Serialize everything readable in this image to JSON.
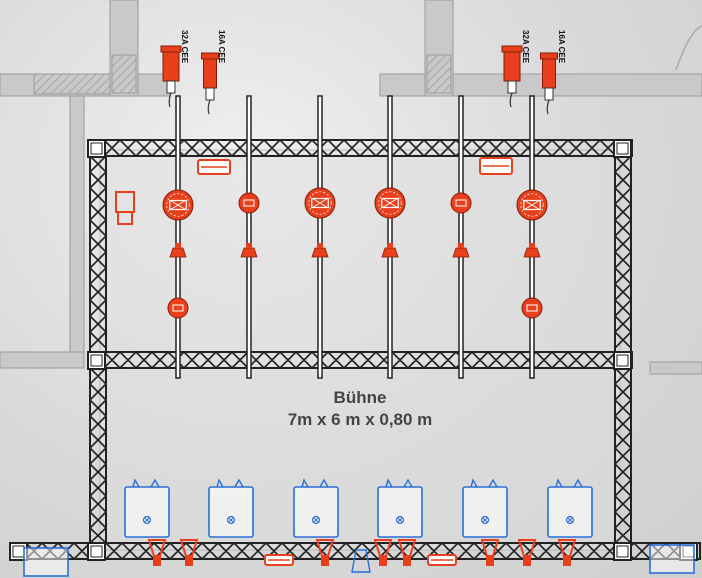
{
  "stage": {
    "title": "Bühne",
    "dimensions": "7m x 6 m x 0,80 m"
  },
  "power_outlets": [
    {
      "label": "32A CEE"
    },
    {
      "label": "16A CEE"
    },
    {
      "label": "32A CEE"
    },
    {
      "label": "16A CEE"
    }
  ],
  "colors": {
    "lighting": "#e8401c",
    "monitor": "#2a6fd6",
    "truss": "#222222",
    "wall": "#c8c8c8"
  },
  "icons": [
    "truss-icon",
    "moving-head-icon",
    "par-can-icon",
    "monitor-wedge-icon",
    "power-connector-icon",
    "blinder-icon"
  ]
}
